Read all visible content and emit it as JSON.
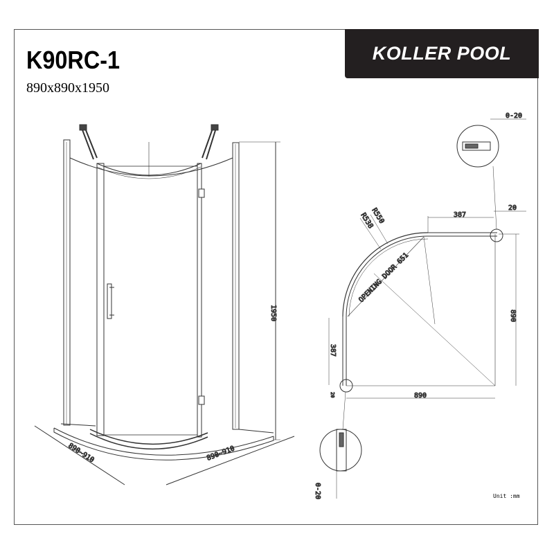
{
  "header": {
    "model": "K90RC-1",
    "dimensions": "890x890x1950",
    "brand": "KOLLER POOL"
  },
  "front_view": {
    "height": "1950",
    "width_left": "890~910",
    "width_right": "890~910"
  },
  "plan_view": {
    "top_straight": "387",
    "side_straight": "387",
    "width": "890",
    "depth": "890",
    "profile_top": "20",
    "profile_bottom": "20",
    "radius_outer": "R550",
    "radius_inner": "R538",
    "opening": "OPENING DOOR 651"
  },
  "details": {
    "top_adjust": "0-20",
    "bottom_adjust": "0-20"
  },
  "footer": {
    "unit": "Unit :mm"
  }
}
